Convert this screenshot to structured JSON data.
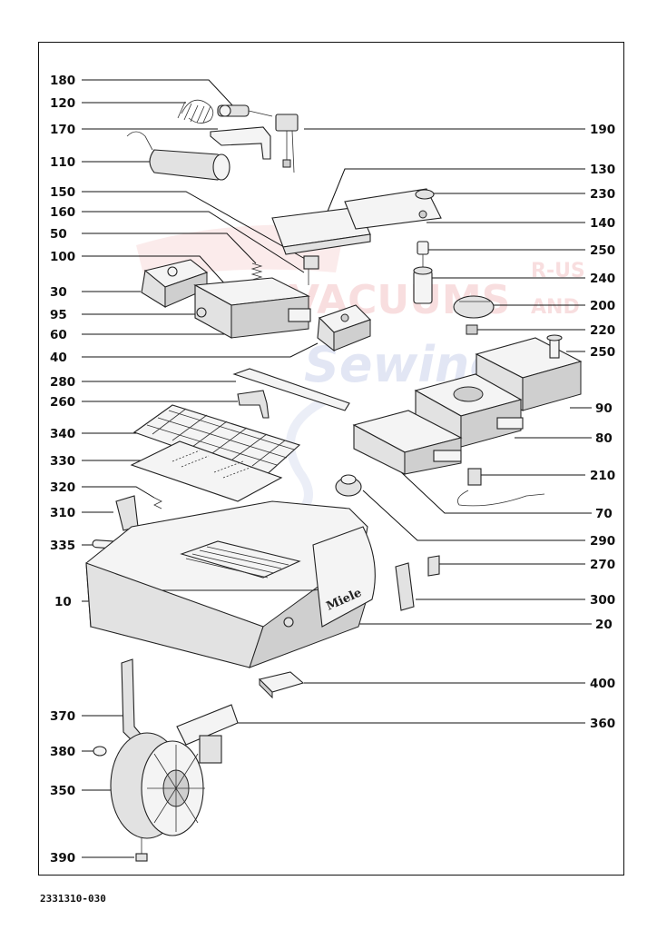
{
  "diagram": {
    "watermark": {
      "main": "VACUUMS",
      "side_top": "R-US",
      "side_bottom": "AND",
      "script": "Sewing"
    },
    "brand_on_housing": "Miele",
    "doc_number": "2331310-030",
    "labels": {
      "l180": "180",
      "l120": "120",
      "l170": "170",
      "l110": "110",
      "l150": "150",
      "l160": "160",
      "l50": "50",
      "l100": "100",
      "l30": "30",
      "l95": "95",
      "l60": "60",
      "l40": "40",
      "l280": "280",
      "l260": "260",
      "l340": "340",
      "l330": "330",
      "l320": "320",
      "l310": "310",
      "l335": "335",
      "l10": "10",
      "l370": "370",
      "l380": "380",
      "l350": "350",
      "l390": "390",
      "r190": "190",
      "r130": "130",
      "r230": "230",
      "r140": "140",
      "r250a": "250",
      "r240": "240",
      "r200": "200",
      "r220": "220",
      "r250b": "250",
      "r90": "90",
      "r80": "80",
      "r210": "210",
      "r70": "70",
      "r290": "290",
      "r270": "270",
      "r300": "300",
      "r20": "20",
      "r400": "400",
      "r360": "360"
    },
    "colors": {
      "line": "#111111",
      "part_fill": "#f4f4f4",
      "watermark_red": "#d9363e",
      "watermark_blue": "#3a55b4"
    }
  }
}
